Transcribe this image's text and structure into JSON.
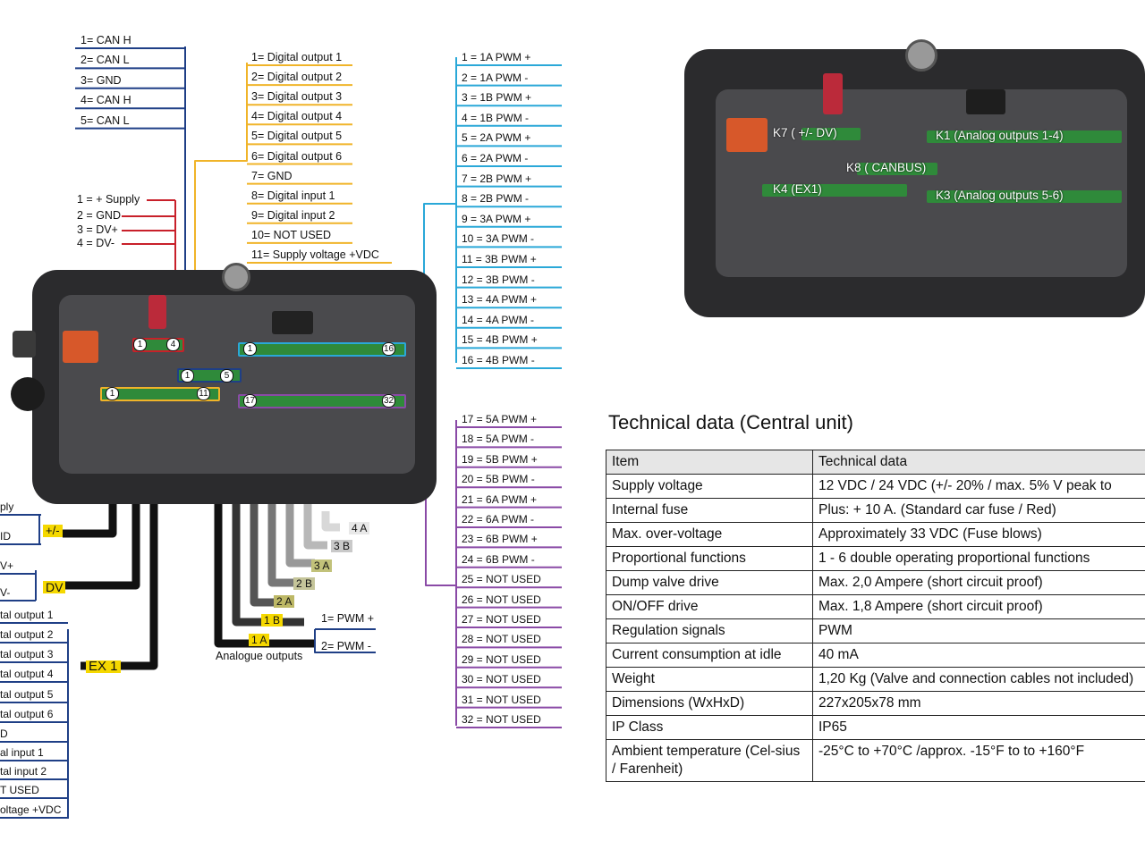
{
  "can_pins": [
    "1= CAN H",
    "2= CAN L",
    "3= GND",
    "4= CAN H",
    "5= CAN L"
  ],
  "supply_pins": [
    "1 = + Supply",
    "2 = GND",
    "3 = DV+",
    "4 = DV-"
  ],
  "digital_pins": [
    "1= Digital output 1",
    "2= Digital output 2",
    "3= Digital output 3",
    "4= Digital output 4",
    "5= Digital output 5",
    "6= Digital output 6",
    "7= GND",
    "8= Digital input 1",
    "9= Digital input 2",
    "10= NOT USED",
    "11= Supply voltage +VDC"
  ],
  "pwm_pins_top": [
    "1 = 1A PWM +",
    "2 = 1A PWM -",
    "3 = 1B PWM +",
    "4 = 1B PWM -",
    "5 = 2A PWM +",
    "6 = 2A PWM -",
    "7 = 2B PWM +",
    "8 = 2B PWM -",
    "9 = 3A PWM +",
    "10 = 3A PWM -",
    "11 = 3B PWM +",
    "12 = 3B PWM -",
    "13 = 4A PWM +",
    "14 = 4A PWM -",
    "15 = 4B PWM +",
    "16 = 4B PWM -"
  ],
  "pwm_pins_bottom": [
    "17 = 5A PWM +",
    "18 = 5A PWM -",
    "19 = 5B PWM +",
    "20 = 5B PWM -",
    "21 = 6A PWM +",
    "22 = 6A PWM -",
    "23 = 6B PWM +",
    "24 = 6B PWM -",
    "25 = NOT USED",
    "26 = NOT USED",
    "27 = NOT USED",
    "28 = NOT USED",
    "29 = NOT USED",
    "30 = NOT USED",
    "31 = NOT USED",
    "32 = NOT USED"
  ],
  "left_cut_labels": [
    "ply",
    "ID",
    "V+",
    "V-",
    "tal output 1",
    "tal output 2",
    "tal output 3",
    "tal output 4",
    "tal output 5",
    "tal output 6",
    "D",
    "al input 1",
    "tal input 2",
    "T USED",
    "oltage +VDC"
  ],
  "cable_tags": {
    "supply": "+/-",
    "dv": "DV",
    "ex1": "EX 1"
  },
  "analogue_tags": [
    "4 A",
    "3 B",
    "3 A",
    "2 B",
    "2 A",
    "1 B",
    "1 A"
  ],
  "analogue_pwm": [
    "1= PWM +",
    "2= PWM -"
  ],
  "analogue_caption": "Analogue outputs",
  "board_pins": {
    "k7_a": "1",
    "k7_b": "4",
    "k1_a": "1",
    "k1_b": "16",
    "k8_a": "1",
    "k8_b": "5",
    "k4_a": "1",
    "k4_b": "11",
    "k3_a": "17",
    "k3_b": "32"
  },
  "photo_labels": [
    "K7 ( +/- DV)",
    "K1 (Analog outputs 1-4)",
    "K8 ( CANBUS)",
    "K4 (EX1)",
    "K3 (Analog outputs 5-6)"
  ],
  "colors": {
    "can": "#1f3f86",
    "supply": "#c8202a",
    "digital": "#f0b429",
    "pwm_top": "#2aa8d8",
    "pwm_bottom": "#8a4aa6",
    "tag_yellow": "#f5d800"
  },
  "tech_title": "Technical data (Central unit)",
  "table": {
    "header": [
      "Item",
      "Technical data"
    ],
    "rows": [
      [
        "Supply voltage",
        "12 VDC / 24 VDC (+/- 20% / max. 5% V peak to"
      ],
      [
        "Internal fuse",
        "Plus: + 10 A. (Standard car fuse / Red)"
      ],
      [
        "Max. over-voltage",
        "Approximately 33 VDC (Fuse blows)"
      ],
      [
        "Proportional functions",
        "1 - 6 double operating proportional functions"
      ],
      [
        "Dump valve drive",
        "Max. 2,0 Ampere (short circuit proof)"
      ],
      [
        "ON/OFF drive",
        "Max. 1,8 Ampere (short circuit proof)"
      ],
      [
        "Regulation signals",
        "PWM"
      ],
      [
        "Current consumption at idle",
        "40 mA"
      ],
      [
        "Weight",
        "1,20 Kg (Valve and connection cables not included)"
      ],
      [
        "Dimensions (WxHxD)",
        "227x205x78 mm"
      ],
      [
        "IP Class",
        "IP65"
      ],
      [
        "Ambient temperature (Cel-sius / Farenheit)",
        "-25°C to +70°C /approx. -15°F to to +160°F"
      ]
    ]
  }
}
